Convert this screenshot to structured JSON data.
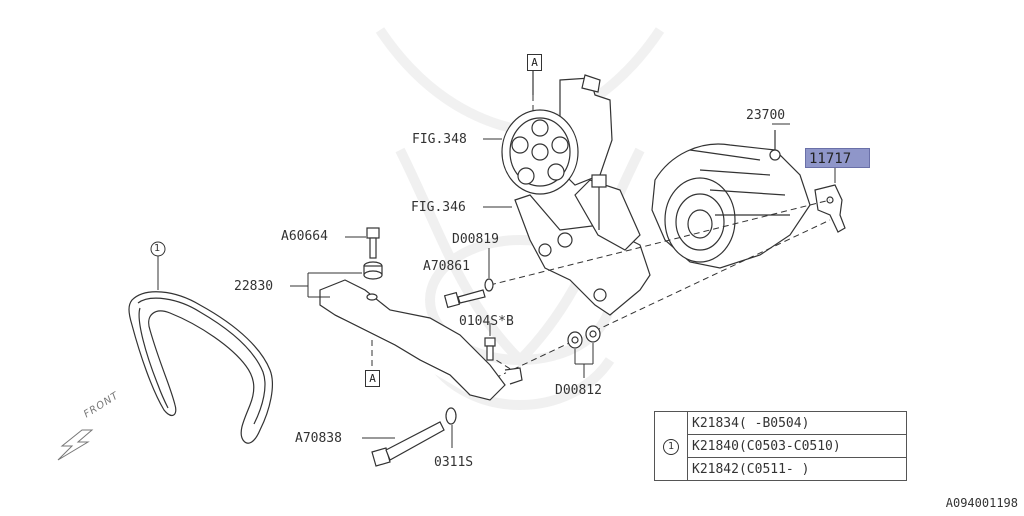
{
  "diagram": {
    "labels": {
      "fig348": "FIG.348",
      "fig346": "FIG.346",
      "p23700": "23700",
      "p11717": "11717",
      "a60664": "A60664",
      "d00819": "D00819",
      "a70861": "A70861",
      "p22830": "22830",
      "p0104s": "0104S*B",
      "a70838": "A70838",
      "p0311s": "0311S",
      "d00812": "D00812",
      "circle1": "1",
      "refA": "A",
      "front": "FRONT"
    },
    "legend": {
      "marker": "1",
      "rows": [
        "K21834(  -B0504)",
        "K21840(C0503-C0510)",
        "K21842(C0511-  )"
      ]
    },
    "diagram_id": "A094001198"
  }
}
